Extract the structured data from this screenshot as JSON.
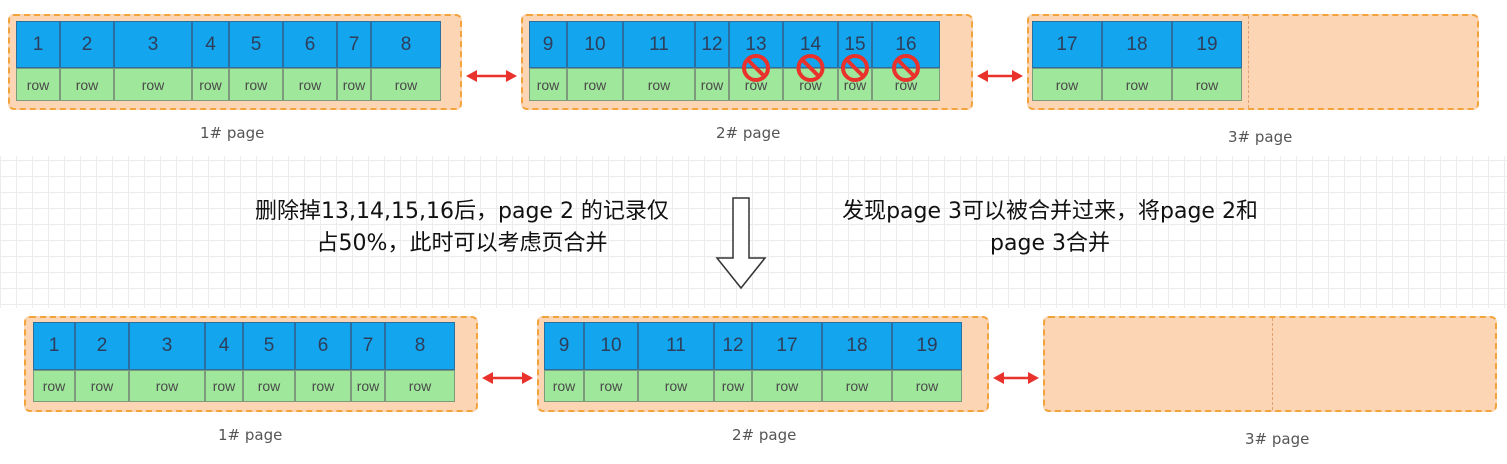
{
  "before": {
    "pages": [
      {
        "label": "1#  page",
        "records": [
          {
            "id": "1",
            "row": "row"
          },
          {
            "id": "2",
            "row": "row"
          },
          {
            "id": "3",
            "row": "row"
          },
          {
            "id": "4",
            "row": "row"
          },
          {
            "id": "5",
            "row": "row"
          },
          {
            "id": "6",
            "row": "row"
          },
          {
            "id": "7",
            "row": "row"
          },
          {
            "id": "8",
            "row": "row"
          }
        ]
      },
      {
        "label": "2#  page",
        "records": [
          {
            "id": "9",
            "row": "row"
          },
          {
            "id": "10",
            "row": "row"
          },
          {
            "id": "11",
            "row": "row"
          },
          {
            "id": "12",
            "row": "row"
          },
          {
            "id": "13",
            "row": "row",
            "deleted": true
          },
          {
            "id": "14",
            "row": "row",
            "deleted": true
          },
          {
            "id": "15",
            "row": "row",
            "deleted": true
          },
          {
            "id": "16",
            "row": "row",
            "deleted": true
          }
        ]
      },
      {
        "label": "3#  page",
        "records": [
          {
            "id": "17",
            "row": "row"
          },
          {
            "id": "18",
            "row": "row"
          },
          {
            "id": "19",
            "row": "row"
          }
        ]
      }
    ]
  },
  "captions": {
    "left_line1": "删除掉13,14,15,16后，page 2 的记录仅",
    "left_line2": "占50%，此时可以考虑页合并",
    "right_line1": "发现page 3可以被合并过来，将page 2和",
    "right_line2": "page 3合并"
  },
  "after": {
    "pages": [
      {
        "label": "1#  page",
        "records": [
          {
            "id": "1",
            "row": "row"
          },
          {
            "id": "2",
            "row": "row"
          },
          {
            "id": "3",
            "row": "row"
          },
          {
            "id": "4",
            "row": "row"
          },
          {
            "id": "5",
            "row": "row"
          },
          {
            "id": "6",
            "row": "row"
          },
          {
            "id": "7",
            "row": "row"
          },
          {
            "id": "8",
            "row": "row"
          }
        ]
      },
      {
        "label": "2#  page",
        "records": [
          {
            "id": "9",
            "row": "row"
          },
          {
            "id": "10",
            "row": "row"
          },
          {
            "id": "11",
            "row": "row"
          },
          {
            "id": "12",
            "row": "row"
          },
          {
            "id": "17",
            "row": "row"
          },
          {
            "id": "18",
            "row": "row"
          },
          {
            "id": "19",
            "row": "row"
          }
        ]
      },
      {
        "label": "3#  page",
        "records": []
      }
    ]
  },
  "colors": {
    "page_fill": "#fcd5b4",
    "page_border": "#f3a33c",
    "record_id_fill": "#13a5ed",
    "row_fill": "#9fe79b",
    "link_arrow": "#e8322b",
    "delete_mark": "#e8322b"
  },
  "icons": {
    "delete_mark": "prohibited-icon",
    "link": "double-arrow-icon",
    "flow": "down-arrow-icon"
  }
}
